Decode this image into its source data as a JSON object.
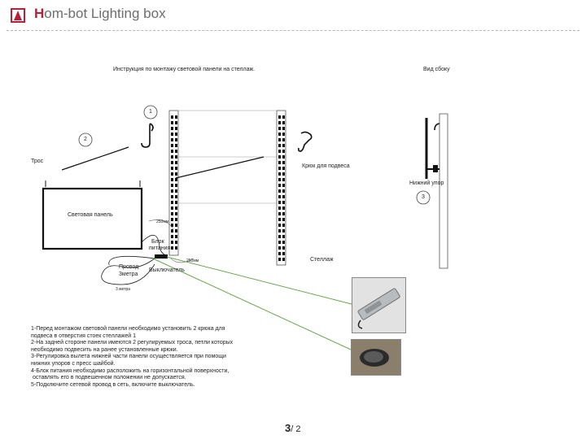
{
  "header": {
    "title_first": "H",
    "title_rest": "om-bot Lighting box"
  },
  "diagram": {
    "instruction_title": "Инструкция по монтажу световой панели на стеллаж.",
    "side_view_title": "Вид сбоку",
    "step1": "1",
    "step2": "2",
    "step3": "3",
    "cable": "Трос",
    "light_panel": "Световая панель",
    "hook": "Крюк для подвеса",
    "rack": "Стеллаж",
    "power_unit_line1": "Блок",
    "power_unit_line2": "питания",
    "switch": "Выключатель",
    "wire_line1": "Провод",
    "wire_line2": "3метра",
    "dim_250_top": "250мм",
    "dim_250_bottom": "250мм",
    "dim_3m": "3 метра",
    "lower_stop": "Нижний упор"
  },
  "notes": [
    "1-Перед монтажом световой панели необходимо установить 2 крюка для",
    "подвеса в отверстия стоек стеллажей 1",
    "2-На задней стороне панели имеются 2 регулируемых троса, петли которых",
    "необходимо подвесить на ранее установленные крюки.",
    "3-Регулировка вылета нижней части панели осуществляется при помощи",
    "нижних упоров с пресс шайбой.",
    "4-Блок питания необходимо расположить на горизонтальной поверхности,",
    " оставлять его в подвешенном положении не допускается.",
    "5-Подключите сетевой провод в сеть, включите выключатель."
  ],
  "page": {
    "current": "3",
    "total": "/ 2"
  },
  "colors": {
    "brand": "#b8203a",
    "title": "#6d6d6d",
    "leader_lines": "#6aa84f"
  }
}
